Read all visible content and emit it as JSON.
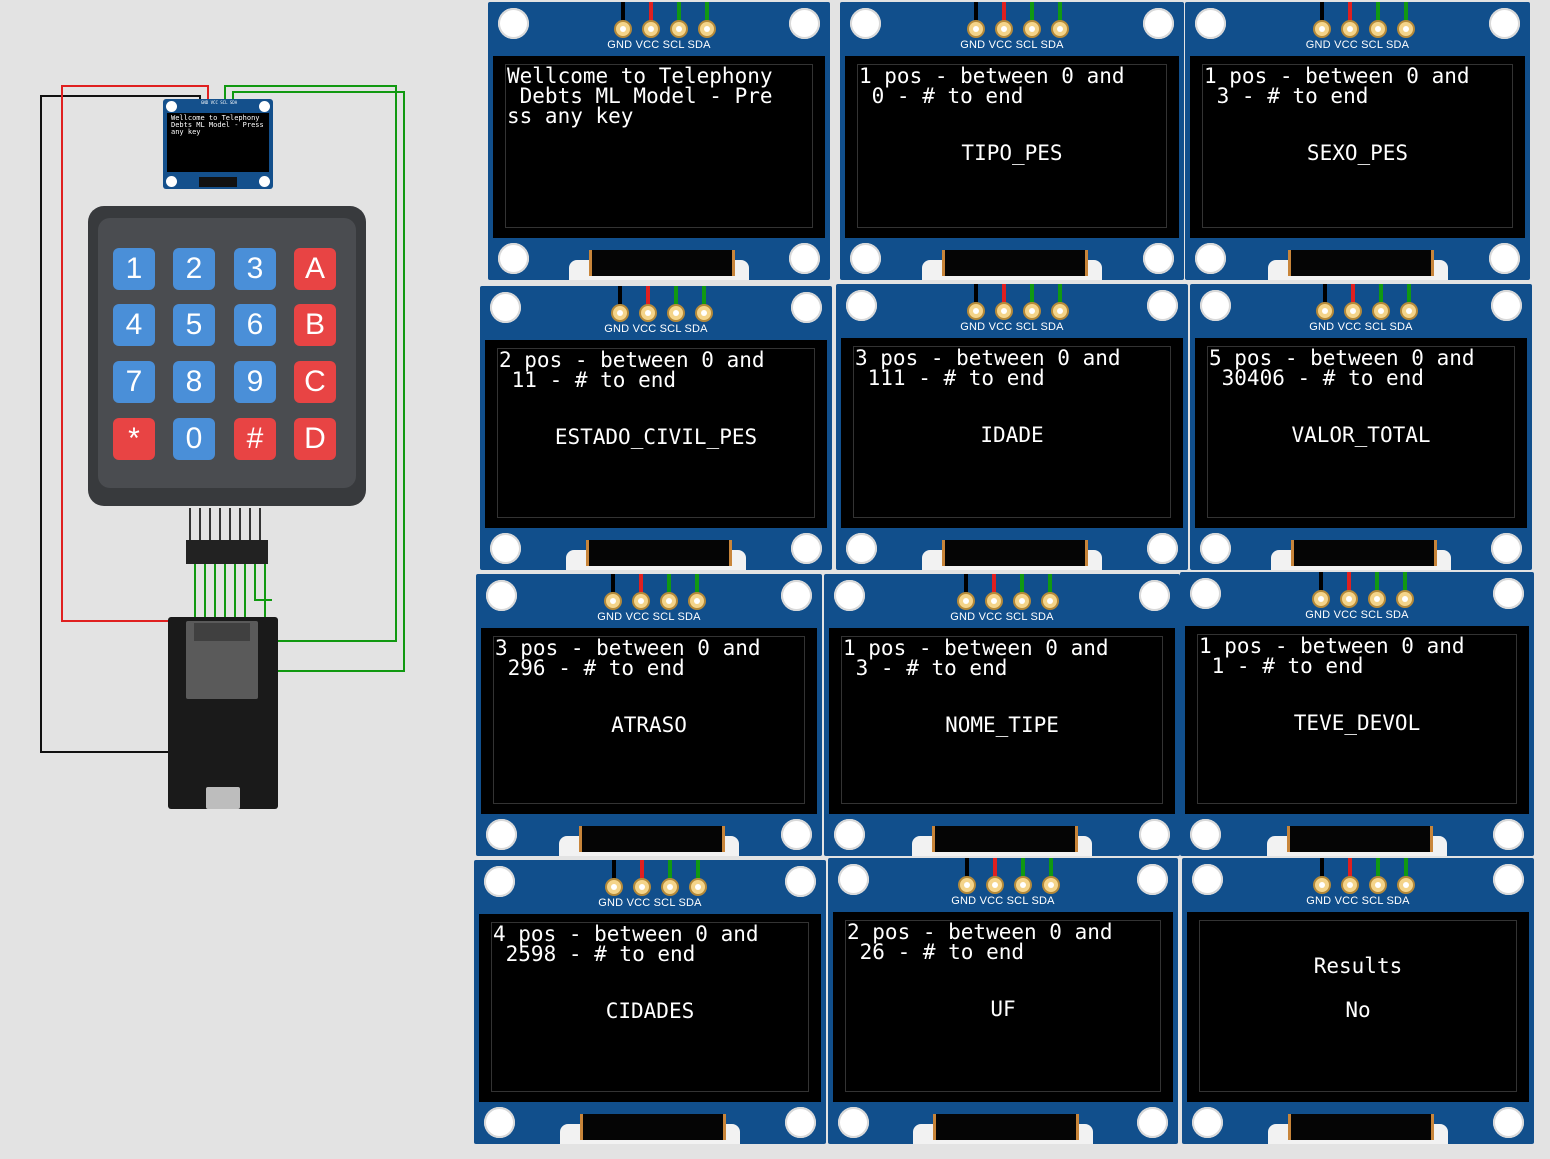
{
  "colors": {
    "pcb": "#114f8c",
    "gnd_wire": "#000000",
    "vcc_wire": "#e02020",
    "signal_wire": "#119911",
    "key_blue": "#4a8fd8",
    "key_red": "#e84444"
  },
  "pin_labels": "GND VCC SCL SDA",
  "mini_display": {
    "text": "Wellcome to Telephony Debts ML Model - Press any key"
  },
  "keypad": {
    "keys": [
      "1",
      "2",
      "3",
      "A",
      "4",
      "5",
      "6",
      "B",
      "7",
      "8",
      "9",
      "C",
      "*",
      "0",
      "#",
      "D"
    ]
  },
  "displays": [
    {
      "line1": "Wellcome to Telephony",
      "line2": " Debts ML Model - Pre",
      "line3": "ss any key",
      "field": ""
    },
    {
      "line1": "1 pos - between 0 and",
      "line2": " 0 - # to end",
      "line3": "",
      "field": "TIPO_PES"
    },
    {
      "line1": "1 pos - between 0 and",
      "line2": " 3 - # to end",
      "line3": "",
      "field": "SEXO_PES"
    },
    {
      "line1": "2 pos - between 0 and",
      "line2": " 11 - # to end",
      "line3": "",
      "field": "ESTADO_CIVIL_PES"
    },
    {
      "line1": "3 pos - between 0 and",
      "line2": " 111 - # to end",
      "line3": "",
      "field": "IDADE"
    },
    {
      "line1": "5 pos - between 0 and",
      "line2": " 30406 - # to end",
      "line3": "",
      "field": "VALOR_TOTAL"
    },
    {
      "line1": "3 pos - between 0 and",
      "line2": " 296 - # to end",
      "line3": "",
      "field": "ATRASO"
    },
    {
      "line1": "1 pos - between 0 and",
      "line2": " 3 - # to end",
      "line3": "",
      "field": "NOME_TIPE"
    },
    {
      "line1": "1 pos - between 0 and",
      "line2": " 1 - # to end",
      "line3": "",
      "field": "TEVE_DEVOL"
    },
    {
      "line1": "4 pos - between 0 and",
      "line2": " 2598 - # to end",
      "line3": "",
      "field": "CIDADES"
    },
    {
      "line1": "2 pos - between 0 and",
      "line2": " 26 - # to end",
      "line3": "",
      "field": "UF"
    },
    {
      "line1": "",
      "line2": "",
      "line3": "",
      "field": "Results",
      "result": "No"
    }
  ]
}
